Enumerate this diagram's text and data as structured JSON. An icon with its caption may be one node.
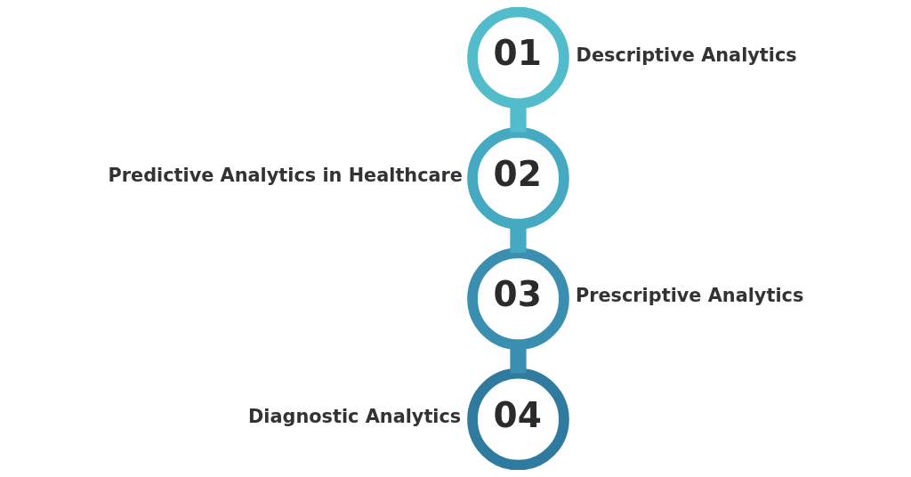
{
  "diagram": {
    "nodes": [
      {
        "text": [
          "01"
        ],
        "beside": [
          "Descriptive Analytics"
        ]
      },
      {
        "text": [
          "02"
        ],
        "beside": [
          "Predictive Analytics in Healthcare"
        ]
      },
      {
        "text": [
          "03"
        ],
        "beside": [
          "Prescriptive Analytics"
        ]
      },
      {
        "text": [
          "04"
        ],
        "beside": [
          "Diagnostic Analytics"
        ]
      }
    ],
    "edges": [
      {
        "from": 0,
        "to": 1,
        "arrow": "none"
      },
      {
        "from": 1,
        "to": 2,
        "arrow": "none"
      },
      {
        "from": 2,
        "to": 3,
        "arrow": "none"
      }
    ]
  }
}
